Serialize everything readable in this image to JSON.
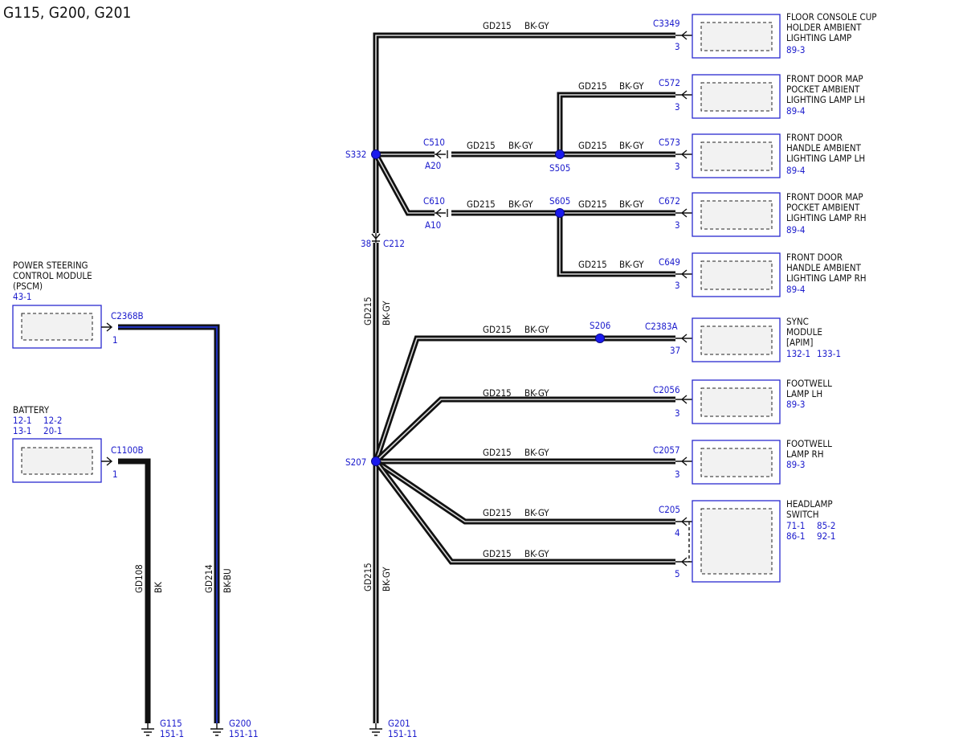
{
  "title": "G115, G200, G201",
  "modules": {
    "pscm": {
      "name_lines": [
        "POWER STEERING",
        "CONTROL MODULE",
        "(PSCM)"
      ],
      "refs": [
        "43-1"
      ],
      "connector": "C2368B",
      "pin": "1"
    },
    "battery": {
      "name_lines": [
        "BATTERY"
      ],
      "refs_lines": [
        [
          "12-1",
          "12-2"
        ],
        [
          "13-1",
          "20-1"
        ]
      ],
      "connector": "C1100B",
      "pin": "1"
    },
    "cup_holder": {
      "name_lines": [
        "FLOOR CONSOLE CUP",
        "HOLDER AMBIENT",
        "LIGHTING LAMP"
      ],
      "ref": "89-3",
      "connector": "C3349",
      "pin": "3"
    },
    "map_lh": {
      "name_lines": [
        "FRONT DOOR MAP",
        "POCKET AMBIENT",
        "LIGHTING LAMP LH"
      ],
      "ref": "89-4",
      "connector": "C572",
      "pin": "3"
    },
    "handle_lh": {
      "name_lines": [
        "FRONT DOOR",
        "HANDLE AMBIENT",
        "LIGHTING LAMP LH"
      ],
      "ref": "89-4",
      "connector": "C573",
      "pin": "3"
    },
    "map_rh": {
      "name_lines": [
        "FRONT DOOR MAP",
        "POCKET AMBIENT",
        "LIGHTING LAMP RH"
      ],
      "ref": "89-4",
      "connector": "C672",
      "pin": "3"
    },
    "handle_rh": {
      "name_lines": [
        "FRONT DOOR",
        "HANDLE AMBIENT",
        "LIGHTING LAMP RH"
      ],
      "ref": "89-4",
      "connector": "C649",
      "pin": "3"
    },
    "sync": {
      "name_lines": [
        "SYNC",
        "MODULE",
        "[APIM]"
      ],
      "refs": [
        "132-1",
        "133-1"
      ],
      "connector": "C2383A",
      "pin": "37"
    },
    "footwell_lh": {
      "name_lines": [
        "FOOTWELL",
        "LAMP LH"
      ],
      "ref": "89-3",
      "connector": "C2056",
      "pin": "3"
    },
    "footwell_rh": {
      "name_lines": [
        "FOOTWELL",
        "LAMP RH"
      ],
      "ref": "89-3",
      "connector": "C2057",
      "pin": "3"
    }
  },
  "headlamp_switch": {
    "name_lines": [
      "HEADLAMP",
      "SWITCH"
    ],
    "refs_lines": [
      [
        "71-1",
        "85-2"
      ],
      [
        "86-1",
        "92-1"
      ]
    ],
    "connector": "C205",
    "pins": [
      "4",
      "5"
    ]
  },
  "wire": {
    "circuit": "GD215",
    "color": "BK-GY"
  },
  "wires_left": {
    "gd108": {
      "circuit": "GD108",
      "color": "BK"
    },
    "gd214": {
      "circuit": "GD214",
      "color": "BK-BU"
    }
  },
  "splices": {
    "s332": "S332",
    "s505": "S505",
    "s605": "S605",
    "s206": "S206",
    "s207": "S207"
  },
  "inline": {
    "c510": {
      "name": "C510",
      "pin": "A20"
    },
    "c610": {
      "name": "C610",
      "pin": "A10"
    },
    "c212": {
      "name": "C212",
      "pin": "38"
    }
  },
  "grounds": {
    "g115": {
      "name": "G115",
      "ref": "151-1"
    },
    "g200": {
      "name": "G200",
      "ref": "151-11"
    },
    "g201": {
      "name": "G201",
      "ref": "151-11"
    }
  },
  "colors": {
    "label_blue": "#1a1acc",
    "box_outline": "#2a2ad0",
    "splice": "#1a1aee",
    "wire": "#111111",
    "bk_bu_stripe": "#2233bb"
  }
}
